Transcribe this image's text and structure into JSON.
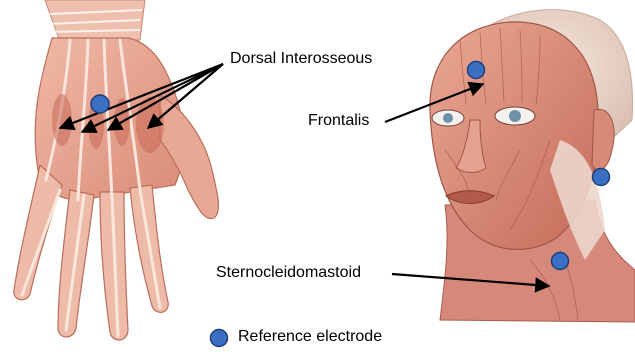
{
  "labels": {
    "dorsal_interosseous": "Dorsal Interosseous",
    "frontalis": "Frontalis",
    "sternocleidomastoid": "Sternocleidomastoid",
    "reference_electrode": "Reference electrode"
  },
  "colors": {
    "electrode_fill": "#3a6fc4",
    "electrode_stroke": "#1f3f78",
    "muscle_base": "#e5a08e",
    "muscle_dark": "#c8705e",
    "tendon": "#f3e1d6",
    "arrow": "#000000"
  }
}
